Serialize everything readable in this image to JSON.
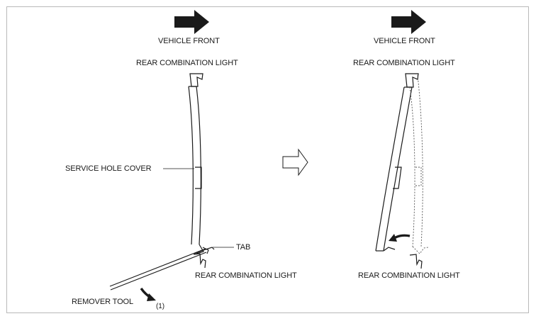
{
  "left_panel": {
    "direction_label": "VEHICLE FRONT",
    "top_light_label": "REAR COMBINATION LIGHT",
    "cover_label": "SERVICE HOLE COVER",
    "tab_label": "TAB",
    "bottom_light_label": "REAR COMBINATION LIGHT",
    "tool_label": "REMOVER TOOL",
    "step_number": "(1)"
  },
  "right_panel": {
    "direction_label": "VEHICLE FRONT",
    "top_light_label": "REAR COMBINATION LIGHT",
    "bottom_light_label": "REAR COMBINATION LIGHT"
  },
  "icons": {
    "direction_arrow": "right-arrow-icon",
    "transition_arrow": "hollow-right-arrow-icon",
    "motion_arrow": "curved-arrow-icon"
  },
  "colors": {
    "ink": "#1a1a1a",
    "frame": "#b9b9b9",
    "dashed": "#555555"
  }
}
